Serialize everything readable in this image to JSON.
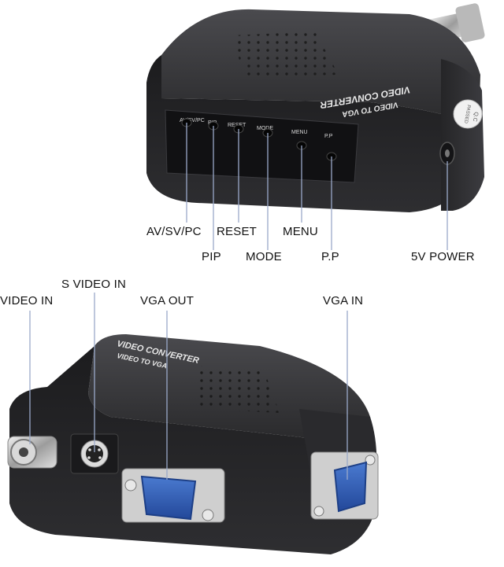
{
  "top_device": {
    "brand": "VIDEO CONVERTER",
    "model": "VIDEO TO VGA",
    "qc_line1": "Q.C",
    "qc_line2": "PASSED",
    "panel_labels": [
      "AV/SV/PC",
      "PIP",
      "RESET",
      "MODE",
      "MENU",
      "P.P"
    ]
  },
  "bottom_device": {
    "brand": "VIDEO CONVERTER",
    "model": "VIDEO TO VGA"
  },
  "callouts": {
    "av_sv_pc": "AV/SV/PC",
    "reset": "RESET",
    "menu": "MENU",
    "pip": "PIP",
    "mode": "MODE",
    "pp": "P.P",
    "power": "5V POWER",
    "video_in": "VIDEO IN",
    "s_video_in": "S VIDEO IN",
    "vga_out": "VGA OUT",
    "vga_in": "VGA IN"
  },
  "colors": {
    "device_body": "#2b2b2d",
    "device_top": "#3a3a3d",
    "vga_blue": "#2f5fb8",
    "leader_line": "#9aa9c9"
  }
}
